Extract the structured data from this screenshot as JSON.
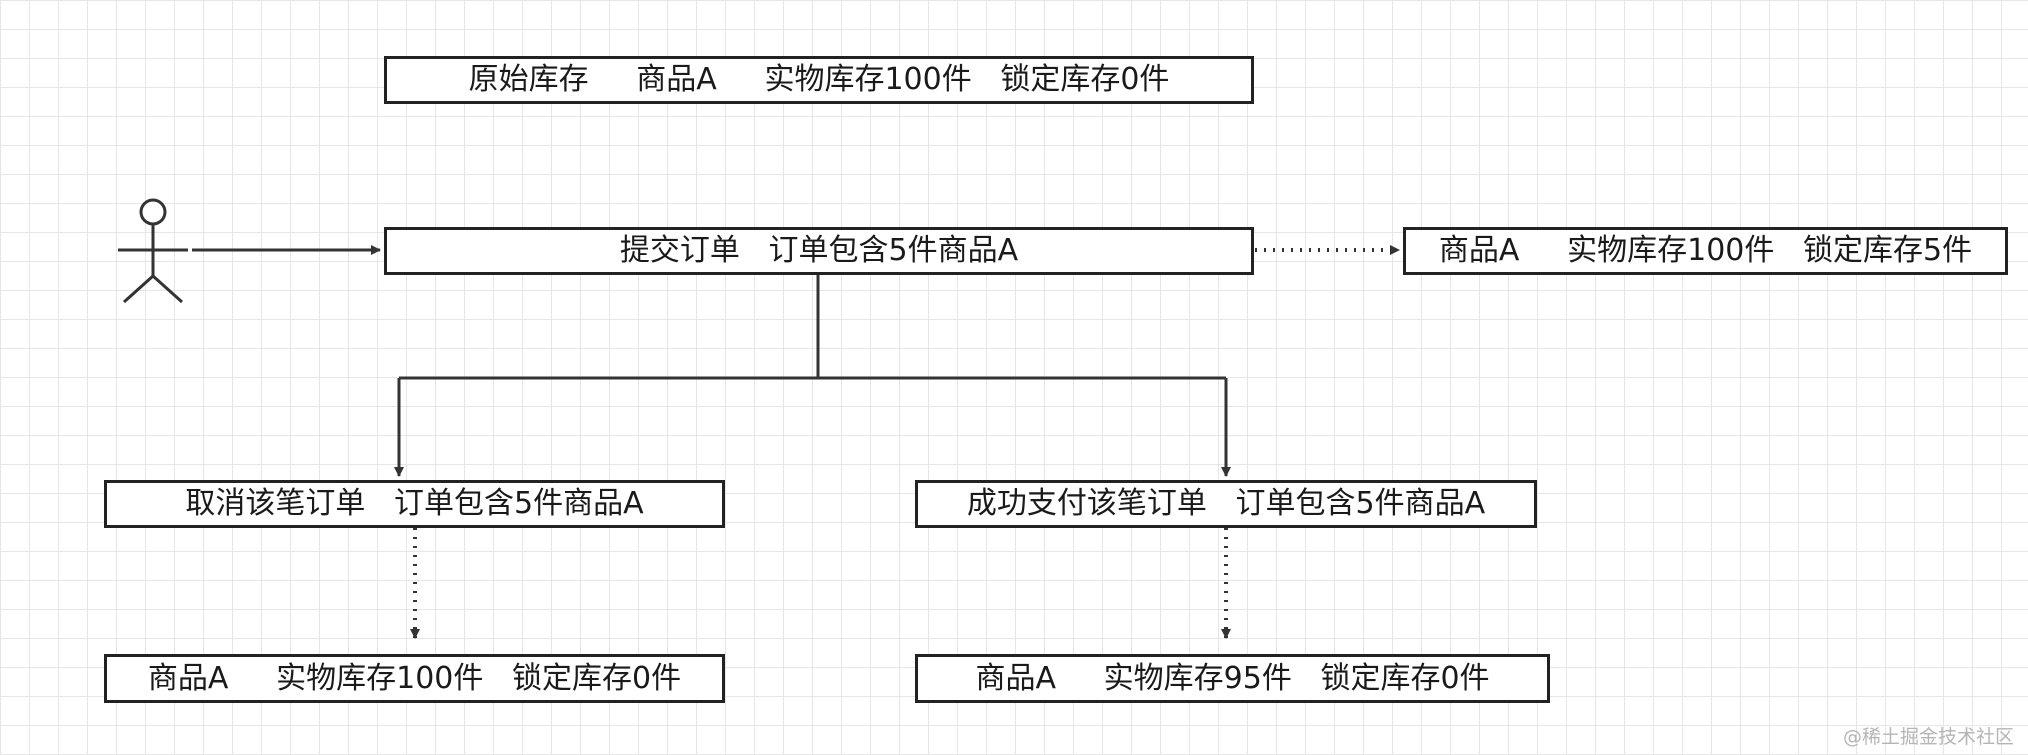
{
  "nodes": {
    "original_stock": "原始库存     商品A     实物库存100件   锁定库存0件",
    "submit_order": "提交订单   订单包含5件商品A",
    "after_submit_stock": "商品A     实物库存100件   锁定库存5件",
    "cancel_order": "取消该笔订单   订单包含5件商品A",
    "pay_order": "成功支付该笔订单   订单包含5件商品A",
    "after_cancel_stock": "商品A     实物库存100件   锁定库存0件",
    "after_pay_stock": "商品A     实物库存95件   锁定库存0件"
  },
  "watermark": "@稀土掘金技术社区",
  "colors": {
    "stroke": "#333333",
    "box_border": "#222222",
    "grid": "#e6e6e6"
  },
  "icons": {
    "actor": "stick-figure-user-icon"
  }
}
